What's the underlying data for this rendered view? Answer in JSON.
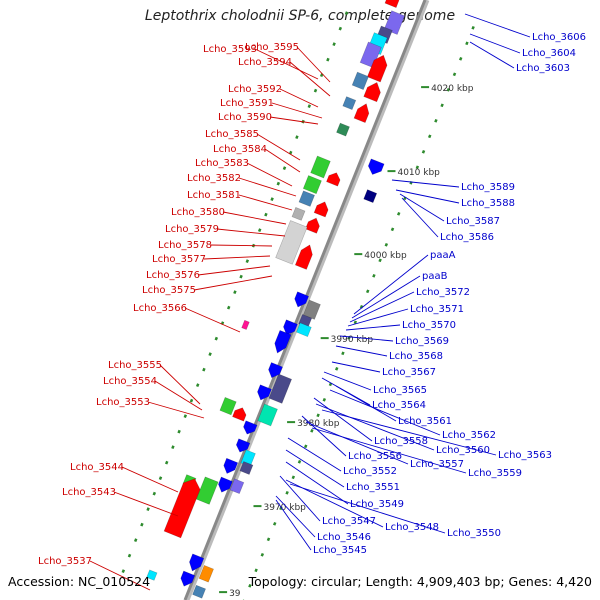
{
  "title": "Leptothrix cholodnii SP-6, complete genome",
  "footer": {
    "accession": "Accession: NC_010524",
    "topology": "Topology: circular; Length: 4,909,403 bp; Genes: 4,420"
  },
  "colors": {
    "left_label": "#cc0000",
    "right_label": "#0000cc",
    "forward_gene": "#ff0000",
    "reverse_gene": "#0000ff",
    "backbone": "#888888",
    "tick": "#2e8b2e"
  },
  "scale_labels": [
    "4020 kbp",
    "4010 kbp",
    "4000 kbp",
    "3990 kbp",
    "3980 kbp",
    "3970 kbp",
    "39"
  ],
  "left_labels": [
    "Lcho_3593",
    "Lcho_3595",
    "Lcho_3594",
    "Lcho_3592",
    "Lcho_3591",
    "Lcho_3590",
    "Lcho_3585",
    "Lcho_3584",
    "Lcho_3583",
    "Lcho_3582",
    "Lcho_3581",
    "Lcho_3580",
    "Lcho_3579",
    "Lcho_3578",
    "Lcho_3577",
    "Lcho_3576",
    "Lcho_3575",
    "Lcho_3566",
    "Lcho_3555",
    "Lcho_3554",
    "Lcho_3553",
    "Lcho_3544",
    "Lcho_3543",
    "Lcho_3537"
  ],
  "right_labels": [
    "Lcho_3606",
    "Lcho_3604",
    "Lcho_3603",
    "Lcho_3589",
    "Lcho_3588",
    "Lcho_3587",
    "Lcho_3586",
    "paaA",
    "paaB",
    "Lcho_3572",
    "Lcho_3571",
    "Lcho_3570",
    "Lcho_3569",
    "Lcho_3568",
    "Lcho_3567",
    "Lcho_3565",
    "Lcho_3564",
    "Lcho_3561",
    "Lcho_3562",
    "Lcho_3558",
    "Lcho_3560",
    "Lcho_3563",
    "Lcho_3556",
    "Lcho_3557",
    "Lcho_3559",
    "Lcho_3552",
    "Lcho_3551",
    "Lcho_3549",
    "Lcho_3547",
    "Lcho_3548",
    "Lcho_3550",
    "Lcho_3546",
    "Lcho_3545"
  ]
}
